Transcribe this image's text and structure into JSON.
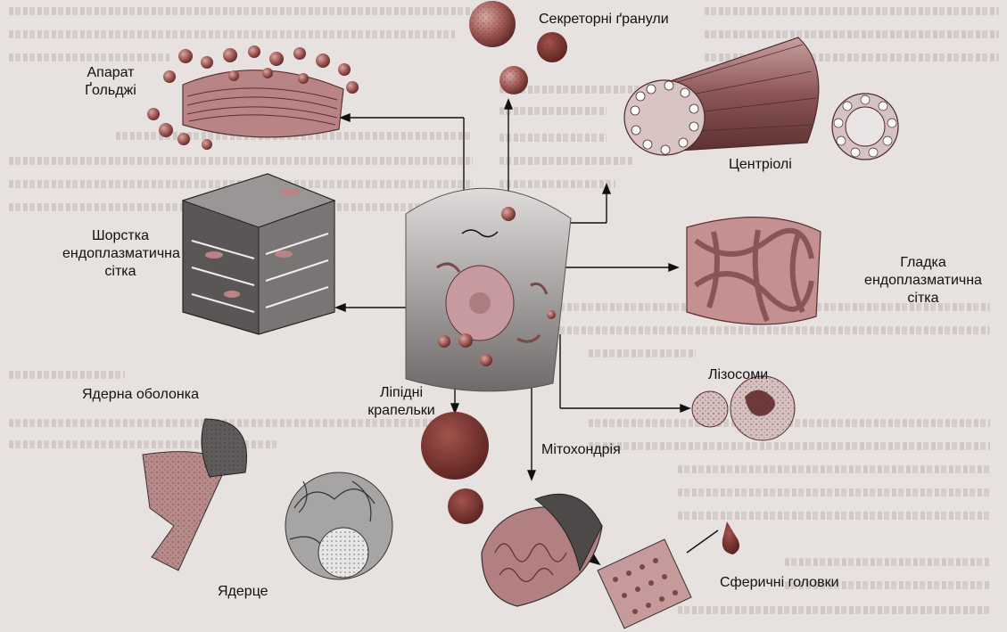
{
  "labels": {
    "secretory_granules": "Секреторні ґранули",
    "golgi_line1": "Апарат",
    "golgi_line2": "Ґольджі",
    "centrioles": "Центріолі",
    "rough_er_line1": "Шорстка",
    "rough_er_line2": "ендоплазматична",
    "rough_er_line3": "сітка",
    "smooth_er_line1": "Гладка",
    "smooth_er_line2": "ендоплазматична",
    "smooth_er_line3": "сітка",
    "lysosomes": "Лізосоми",
    "lipid_line1": "Ліпідні",
    "lipid_line2": "крапельки",
    "nuclear_envelope": "Ядерна оболонка",
    "mitochondria": "Мітохондрія",
    "nucleolus": "Ядерце",
    "spherical_heads": "Сферичні головки"
  },
  "colors": {
    "organelle_fill": "#b88486",
    "organelle_dark": "#6e3b3c",
    "granule_dark": "#7a3a36",
    "cytoplasm": "#9a9595",
    "arrow": "#111111"
  }
}
